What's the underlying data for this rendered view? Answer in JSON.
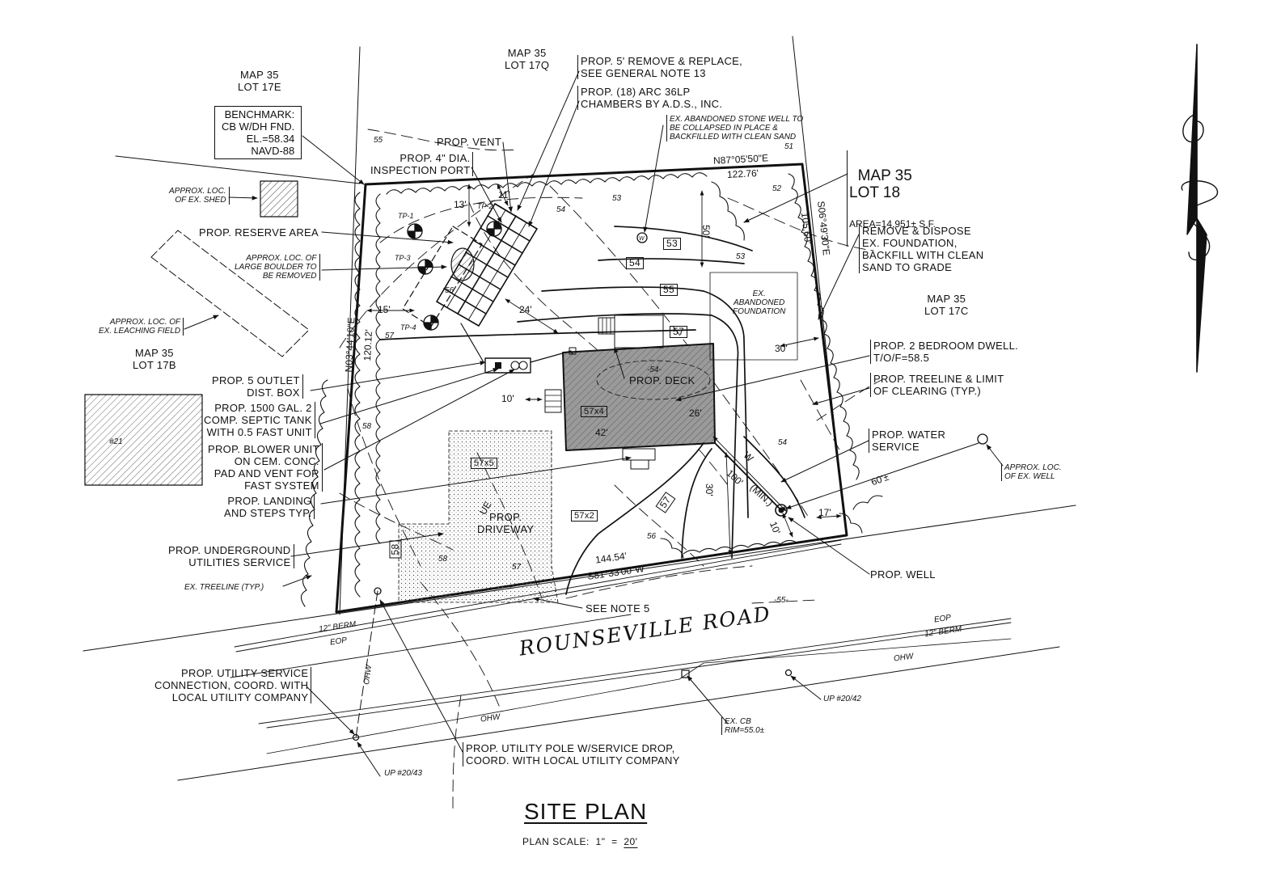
{
  "adjacent_lots": {
    "lot17q": "MAP 35\nLOT 17Q",
    "lot17e": "MAP 35\nLOT 17E",
    "lot17b": "MAP 35\nLOT 17B",
    "lot17c": "MAP 35\nLOT 17C"
  },
  "subject_lot": {
    "label": "MAP 35\nLOT 18",
    "area": "AREA=14,951± S.F."
  },
  "benchmark": "BENCHMARK:\nCB W/DH FND.\nEL.=58.34\nNAVD-88",
  "callouts": {
    "remove_replace": "PROP. 5' REMOVE & REPLACE,\nSEE GENERAL NOTE 13",
    "chambers": "PROP. (18) ARC 36LP\nCHAMBERS BY A.D.S., INC.",
    "vent": "PROP. VENT",
    "inspection_port": "PROP. 4\" DIA.\nINSPECTION PORT",
    "reserve_area": "PROP. RESERVE AREA",
    "outlet_box": "PROP. 5 OUTLET\nDIST. BOX",
    "septic_tank": "PROP. 1500 GAL. 2\nCOMP. SEPTIC TANK\nWITH 0.5 FAST UNIT",
    "blower": "PROP. BLOWER UNIT\nON CEM. CONC.\nPAD AND VENT FOR\nFAST SYSTEM",
    "landing": "PROP. LANDING\nAND STEPS TYP.",
    "underground": "PROP. UNDERGROUND\nUTILITIES SERVICE",
    "remove_foundation": "REMOVE & DISPOSE\nEX. FOUNDATION,\nBACKFILL WITH CLEAN\nSAND TO GRADE",
    "dwelling": "PROP. 2 BEDROOM DWELL.\nT/O/F=58.5",
    "treeline": "PROP. TREELINE & LIMIT\nOF CLEARING (TYP.)",
    "water": "PROP. WATER\nSERVICE",
    "well": "PROP. WELL",
    "see_note": "SEE NOTE 5",
    "utility_connection": "PROP. UTILITY SERVICE\nCONNECTION, COORD. WITH\nLOCAL UTILITY COMPANY",
    "utility_pole": "PROP. UTILITY POLE W/SERVICE DROP,\nCOORD. WITH LOCAL UTILITY COMPANY",
    "deck": "PROP. DECK",
    "driveway": "PROP.\nDRIVEWAY"
  },
  "italic_notes": {
    "shed": "APPROX. LOC.\nOF EX. SHED",
    "boulder": "APPROX. LOC. OF\nLARGE BOULDER TO\nBE REMOVED",
    "leaching": "APPROX. LOC. OF\nEX. LEACHING FIELD",
    "abandoned_well": "EX. ABANDONED STONE WELL TO\nBE COLLAPSED IN PLACE &\nBACKFILLED WITH CLEAN SAND",
    "abandoned_foundation": "EX.\nABANDONED\nFOUNDATION",
    "ex_treeline": "EX. TREELINE (TYP.)",
    "ex_well": "APPROX. LOC.\nOF EX. WELL",
    "cb": "EX. CB\nRIM=55.0±",
    "up42": "UP #20/42",
    "up43": "UP #20/43",
    "lot21": "#21"
  },
  "road": {
    "name": "ROUNSEVILLE ROAD",
    "berm": "12\" BERM",
    "eop": "EOP",
    "ohw": "OHW"
  },
  "bearings": {
    "north": "N87°05'50\"E",
    "north_dist": "122.76'",
    "east": "S06°49'30\"E",
    "east_dist": "105.60'",
    "south": "S81°33'00\"W",
    "south_dist": "144.54'",
    "west": "N03°44'10\"E",
    "west_dist": "120.12'"
  },
  "dimensions": {
    "d13": "13'",
    "d11": "11'",
    "d15": "15'",
    "d24": "24'",
    "d50": "50'",
    "d30a": "30'",
    "d10": "10'",
    "d42": "42'",
    "d26": "26'",
    "d30b": "30'",
    "d100": "100'",
    "min": "(MIN.)",
    "d60": "60'±",
    "d17": "17'",
    "d10b": "10'",
    "w": "W",
    "ue": "UE"
  },
  "test_pits": [
    "TP-1",
    "TP-2",
    "TP-3",
    "TP-4"
  ],
  "elevations": {
    "e53": "53",
    "e54": "54",
    "e55": "55",
    "e57": "57",
    "e57b": "57",
    "e58": "58",
    "e57x4": "57x4",
    "e57x5": "57x5",
    "e57x2": "57x2",
    "c55": "55",
    "c54": "54",
    "c53": "53",
    "c52": "52",
    "c51": "51",
    "c56": "56",
    "c57": "57",
    "c58": "58",
    "c56b": "56",
    "c57b": "57",
    "c58b": "58",
    "c53b": "53",
    "c54b": "54",
    "c55b": "-55-",
    "c54c": "-54-"
  },
  "well_label": "W",
  "title": "SITE PLAN",
  "scale": {
    "prefix": "PLAN SCALE:  1\"  =  ",
    "value": "20'"
  }
}
